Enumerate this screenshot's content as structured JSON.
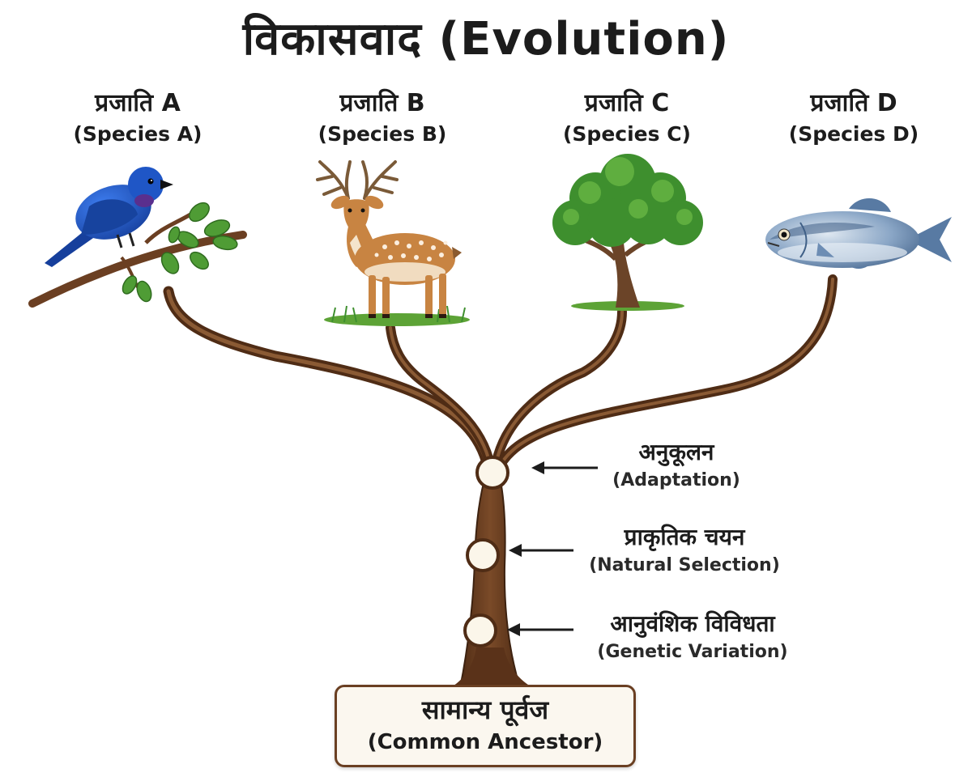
{
  "title": "विकासवाद (Evolution)",
  "species": [
    {
      "hindi": "प्रजाति A",
      "english": "(Species A)",
      "icon": "bird-icon"
    },
    {
      "hindi": "प्रजाति B",
      "english": "(Species B)",
      "icon": "deer-icon"
    },
    {
      "hindi": "प्रजाति C",
      "english": "(Species C)",
      "icon": "tree-icon"
    },
    {
      "hindi": "प्रजाति D",
      "english": "(Species D)",
      "icon": "fish-icon"
    }
  ],
  "steps": [
    {
      "hindi": "अनुकूलन",
      "english": "(Adaptation)"
    },
    {
      "hindi": "प्राकृतिक चयन",
      "english": "(Natural Selection)"
    },
    {
      "hindi": "आनुवंशिक विविधता",
      "english": "(Genetic Variation)"
    }
  ],
  "ancestor": {
    "hindi": "सामान्य पूर्वज",
    "english": "(Common Ancestor)"
  },
  "colors": {
    "branch": "#6b3f22",
    "branch_light": "#8a5a34",
    "node_fill": "#fbf6ea",
    "bird": "#1f56c6",
    "deer": "#c88442",
    "leaf": "#3e8f2e",
    "fish": "#6f8fb5"
  }
}
